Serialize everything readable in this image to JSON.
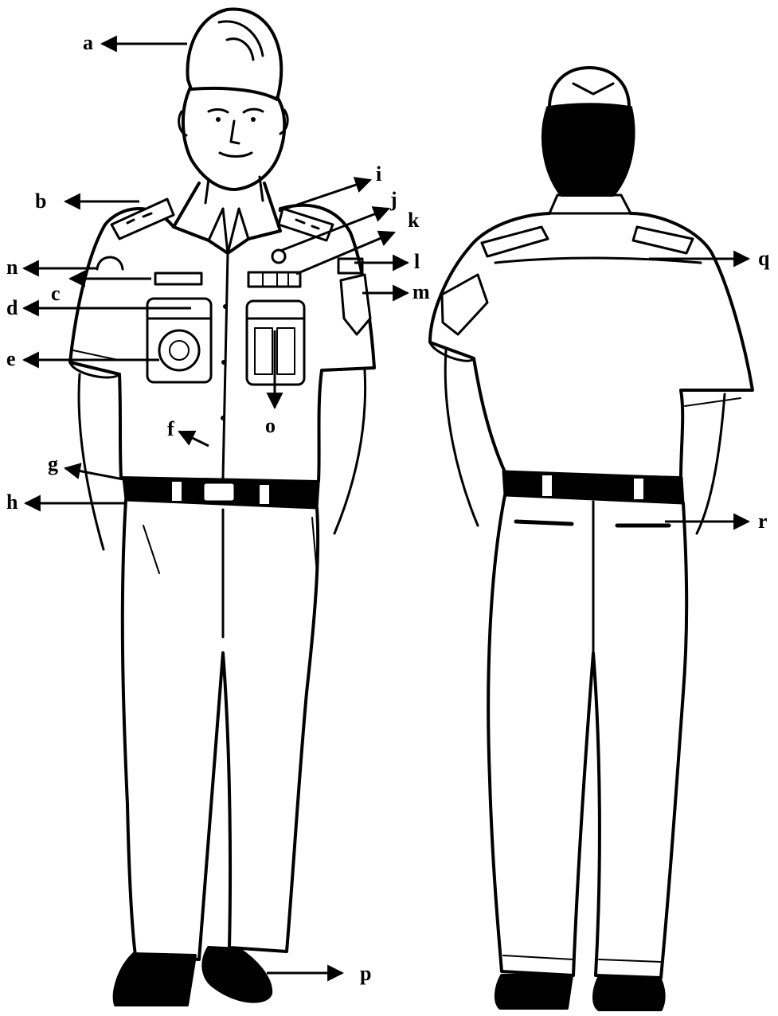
{
  "labels": {
    "a": "a",
    "b": "b",
    "c": "c",
    "d": "d",
    "e": "e",
    "f": "f",
    "g": "g",
    "h": "h",
    "i": "i",
    "j": "j",
    "k": "k",
    "l": "l",
    "m": "m",
    "n": "n",
    "o": "o",
    "p": "p",
    "q": "q",
    "r": "r"
  },
  "colors": {
    "ink": "#000000",
    "paper": "#ffffff"
  }
}
